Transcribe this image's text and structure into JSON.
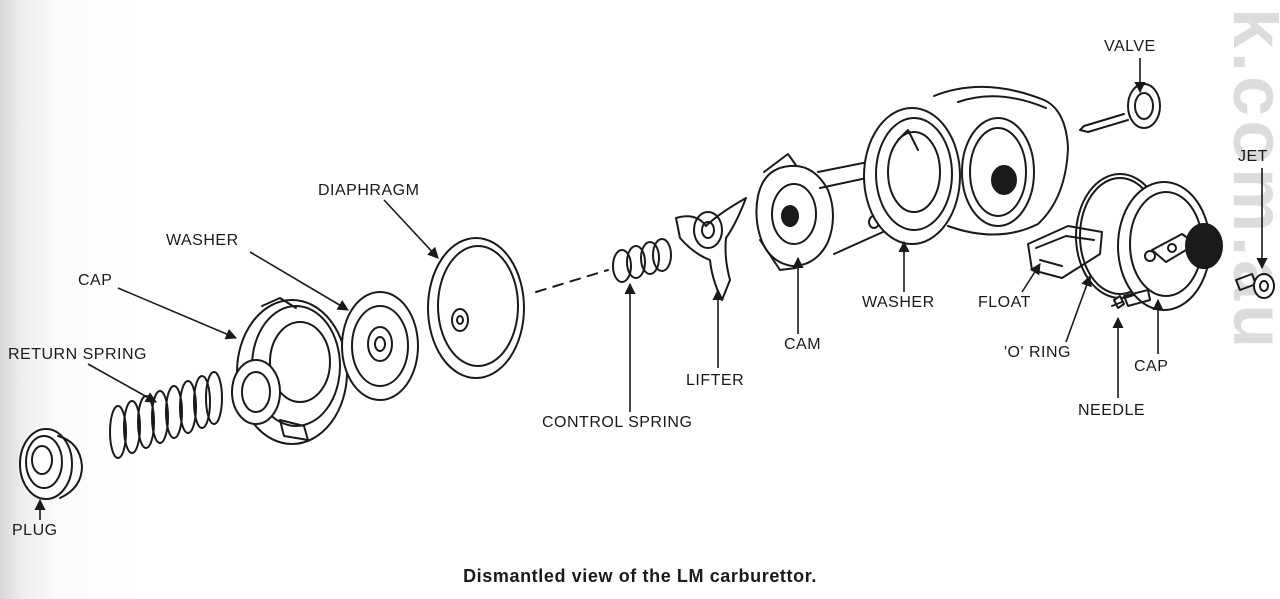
{
  "labels": {
    "valve": "VALVE",
    "jet": "JET",
    "diaphragm": "DIAPHRAGM",
    "washer_left": "WASHER",
    "cap_left": "CAP",
    "return_spring": "RETURN SPRING",
    "plug": "PLUG",
    "control_spring": "CONTROL SPRING",
    "lifter": "LIFTER",
    "cam": "CAM",
    "washer_right": "WASHER",
    "float": "FLOAT",
    "o_ring": "'O' RING",
    "cap_right": "CAP",
    "needle": "NEEDLE"
  },
  "caption": "Dismantled view of the LM carburettor.",
  "watermark": "k.com.au"
}
